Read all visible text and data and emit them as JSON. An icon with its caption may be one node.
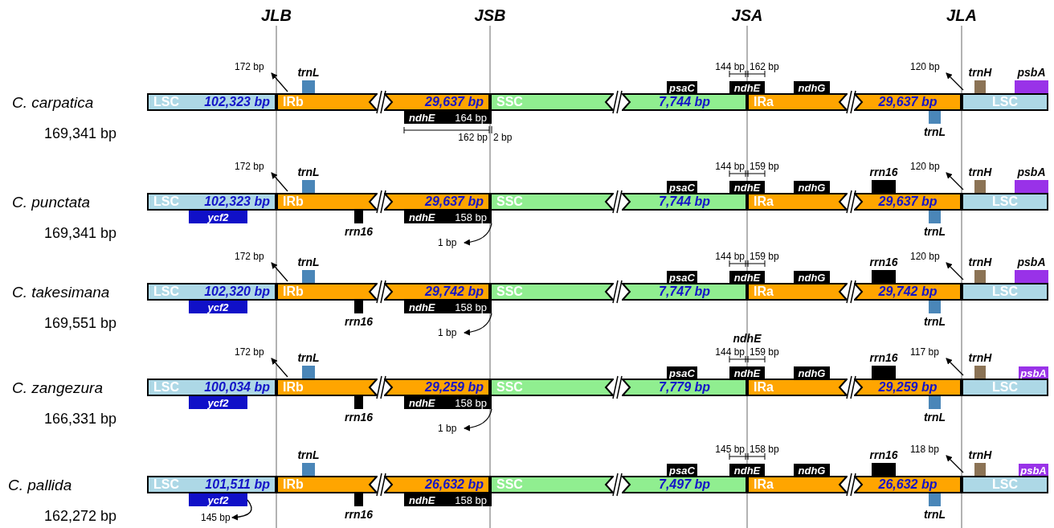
{
  "diagram": {
    "nodes": [
      {
        "text": [
          "172 bp"
        ]
      },
      {
        "text": [
          "trnL"
        ]
      },
      {
        "text": [
          "psaC"
        ]
      },
      {
        "text": [
          "ndhE"
        ]
      },
      {
        "text": [
          "ndhG"
        ]
      },
      {
        "text": [
          "120 bp"
        ]
      },
      {
        "text": [
          "trnH"
        ]
      },
      {
        "text": [
          "psbA"
        ]
      },
      {
        "text": [
          "LSC",
          "102,323 bp"
        ]
      },
      {
        "text": [
          "IRb"
        ]
      },
      {
        "text": [
          "29,637 bp"
        ]
      },
      {
        "text": [
          "SSC"
        ]
      },
      {
        "text": [
          "7,744 bp"
        ]
      },
      {
        "text": [
          "IRa"
        ]
      },
      {
        "text": [
          "29,637 bp"
        ]
      },
      {
        "text": [
          "LSC"
        ]
      },
      {
        "text": [
          "ndhE",
          "164 bp"
        ]
      },
      {
        "text": [
          "trnL"
        ]
      },
      {
        "text": [
          "172 bp"
        ]
      },
      {
        "text": [
          "trnL"
        ]
      },
      {
        "text": [
          "psaC"
        ]
      },
      {
        "text": [
          "ndhE"
        ]
      },
      {
        "text": [
          "ndhG"
        ]
      },
      {
        "text": [
          "rrn16"
        ]
      },
      {
        "text": [
          "120 bp"
        ]
      },
      {
        "text": [
          "trnH"
        ]
      },
      {
        "text": [
          "psbA"
        ]
      },
      {
        "text": [
          "LSC",
          "102,323 bp"
        ]
      },
      {
        "text": [
          "IRb"
        ]
      },
      {
        "text": [
          "29,637 bp"
        ]
      },
      {
        "text": [
          "SSC"
        ]
      },
      {
        "text": [
          "7,744 bp"
        ]
      },
      {
        "text": [
          "IRa"
        ]
      },
      {
        "text": [
          "29,637 bp"
        ]
      },
      {
        "text": [
          "LSC"
        ]
      },
      {
        "text": [
          "ycf2"
        ]
      },
      {
        "text": [
          "rrn16"
        ]
      },
      {
        "text": [
          "ndhE",
          "158 bp"
        ]
      },
      {
        "text": [
          "trnL"
        ]
      },
      {
        "text": [
          "1 bp"
        ]
      },
      {
        "text": [
          "172 bp"
        ]
      },
      {
        "text": [
          "trnL"
        ]
      },
      {
        "text": [
          "psaC"
        ]
      },
      {
        "text": [
          "ndhE"
        ]
      },
      {
        "text": [
          "ndhG"
        ]
      },
      {
        "text": [
          "rrn16"
        ]
      },
      {
        "text": [
          "120 bp"
        ]
      },
      {
        "text": [
          "trnH"
        ]
      },
      {
        "text": [
          "psbA"
        ]
      },
      {
        "text": [
          "LSC",
          "102,320 bp"
        ]
      },
      {
        "text": [
          "IRb"
        ]
      },
      {
        "text": [
          "29,742 bp"
        ]
      },
      {
        "text": [
          "SSC"
        ]
      },
      {
        "text": [
          "7,747 bp"
        ]
      },
      {
        "text": [
          "IRa"
        ]
      },
      {
        "text": [
          "29,742 bp"
        ]
      },
      {
        "text": [
          "LSC"
        ]
      },
      {
        "text": [
          "ycf2"
        ]
      },
      {
        "text": [
          "rrn16"
        ]
      },
      {
        "text": [
          "ndhE",
          "158 bp"
        ]
      },
      {
        "text": [
          "trnL"
        ]
      },
      {
        "text": [
          "1 bp"
        ]
      },
      {
        "text": [
          "172 bp"
        ]
      },
      {
        "text": [
          "trnL"
        ]
      },
      {
        "text": [
          "psaC"
        ]
      },
      {
        "text": [
          "ndhE"
        ]
      },
      {
        "text": [
          "ndhG"
        ]
      },
      {
        "text": [
          "rrn16"
        ]
      },
      {
        "text": [
          "117 bp"
        ]
      },
      {
        "text": [
          "trnH"
        ]
      },
      {
        "text": [
          "psbA"
        ]
      },
      {
        "text": [
          "LSC",
          "100,034 bp"
        ]
      },
      {
        "text": [
          "IRb"
        ]
      },
      {
        "text": [
          "29,259 bp"
        ]
      },
      {
        "text": [
          "SSC"
        ]
      },
      {
        "text": [
          "7,779 bp"
        ]
      },
      {
        "text": [
          "IRa"
        ]
      },
      {
        "text": [
          "29,259 bp"
        ]
      },
      {
        "text": [
          "LSC"
        ]
      },
      {
        "text": [
          "ycf2"
        ]
      },
      {
        "text": [
          "rrn16"
        ]
      },
      {
        "text": [
          "ndhE",
          "158 bp"
        ]
      },
      {
        "text": [
          "trnL"
        ]
      },
      {
        "text": [
          "1 bp"
        ]
      },
      {
        "text": [
          "trnL"
        ]
      },
      {
        "text": [
          "psaC"
        ]
      },
      {
        "text": [
          "ndhE"
        ]
      },
      {
        "text": [
          "ndhG"
        ]
      },
      {
        "text": [
          "rrn16"
        ]
      },
      {
        "text": [
          "118 bp"
        ]
      },
      {
        "text": [
          "trnH"
        ]
      },
      {
        "text": [
          "psbA"
        ]
      },
      {
        "text": [
          "LSC",
          "101,511 bp"
        ]
      },
      {
        "text": [
          "IRb"
        ]
      },
      {
        "text": [
          "26,632 bp"
        ]
      },
      {
        "text": [
          "SSC"
        ]
      },
      {
        "text": [
          "7,497 bp"
        ]
      },
      {
        "text": [
          "IRa"
        ]
      },
      {
        "text": [
          "26,632 bp"
        ]
      },
      {
        "text": [
          "LSC"
        ]
      },
      {
        "text": [
          "ycf2"
        ]
      },
      {
        "text": [
          "rrn16"
        ]
      },
      {
        "text": [
          "ndhE",
          "158 bp"
        ]
      },
      {
        "text": [
          "trnL"
        ]
      },
      {
        "text": [
          "145 bp"
        ]
      }
    ],
    "edges": [
      {
        "from": 9,
        "to": 0,
        "arrow": "to"
      },
      {
        "from": 15,
        "to": 5,
        "arrow": "to"
      },
      {
        "from": 28,
        "to": 18,
        "arrow": "to"
      },
      {
        "from": 34,
        "to": 24,
        "arrow": "to"
      },
      {
        "from": 37,
        "to": 39,
        "arrow": "to"
      },
      {
        "from": 50,
        "to": 40,
        "arrow": "to"
      },
      {
        "from": 56,
        "to": 46,
        "arrow": "to"
      },
      {
        "from": 59,
        "to": 61,
        "arrow": "to"
      },
      {
        "from": 72,
        "to": 62,
        "arrow": "to"
      },
      {
        "from": 78,
        "to": 68,
        "arrow": "to"
      },
      {
        "from": 81,
        "to": 83,
        "arrow": "to"
      },
      {
        "from": 99,
        "to": 89,
        "arrow": "to"
      },
      {
        "from": 100,
        "to": 104,
        "arrow": "to"
      }
    ],
    "labels": [
      "JLB",
      "JSB",
      "JSA",
      "JLA",
      "C. carpatica",
      "144 bp",
      "162 bp",
      "169,341 bp",
      "162 bp",
      "2 bp",
      "C. punctata",
      "144 bp",
      "159 bp",
      "169,341 bp",
      "C. takesimana",
      "144 bp",
      "159 bp",
      "169,551 bp",
      "C. zangezura",
      "144 bp",
      "159 bp",
      "ndhE",
      "166,331 bp",
      "C. pallida",
      "145 bp",
      "158 bp",
      "162,272 bp"
    ]
  }
}
